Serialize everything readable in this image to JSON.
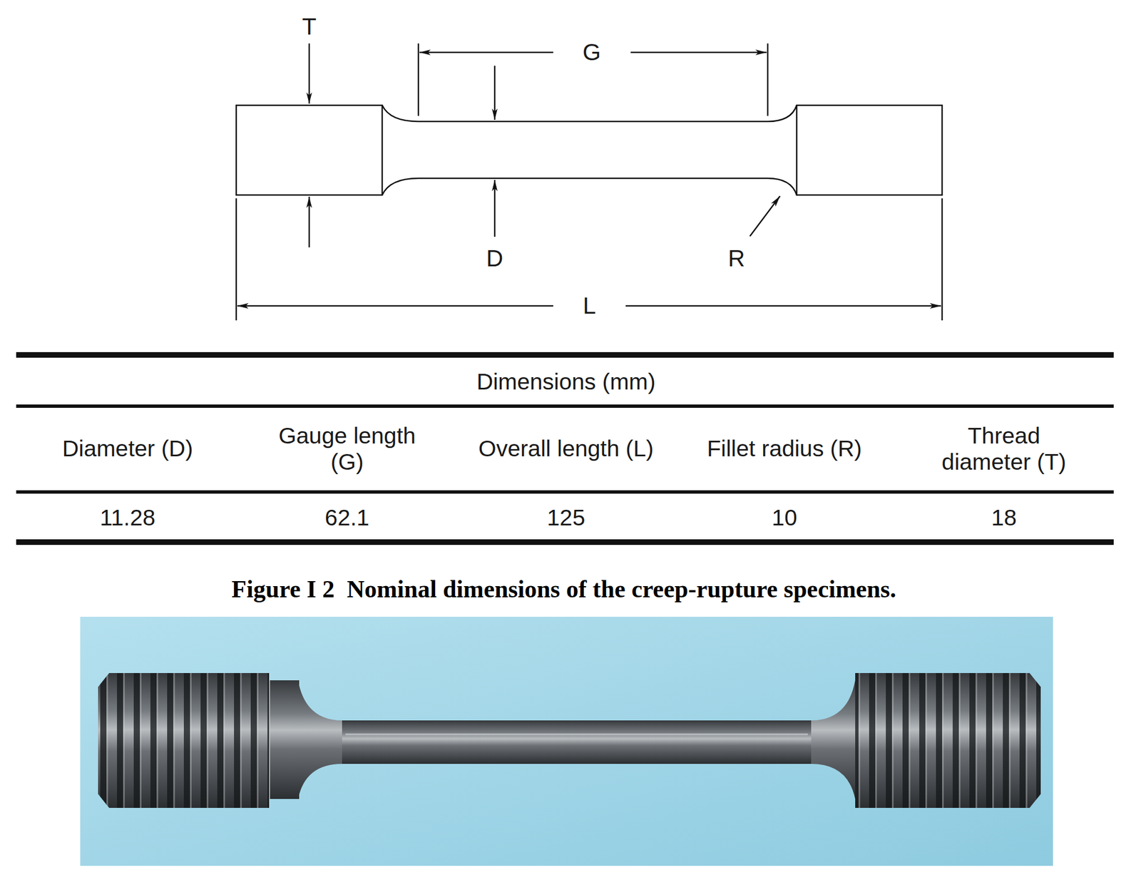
{
  "diagram": {
    "caption": "Figure I 2  Nominal dimensions of the creep-rupture specimens.",
    "labels": [
      "T",
      "G",
      "D",
      "R",
      "L",
      "Dimensions (mm)",
      "Diameter (D)",
      "Gauge length (G)",
      "Overall length (L)",
      "Fillet radius (R)",
      "Thread diameter (T)",
      "11.28",
      "62.1",
      "125",
      "10",
      "18"
    ]
  }
}
